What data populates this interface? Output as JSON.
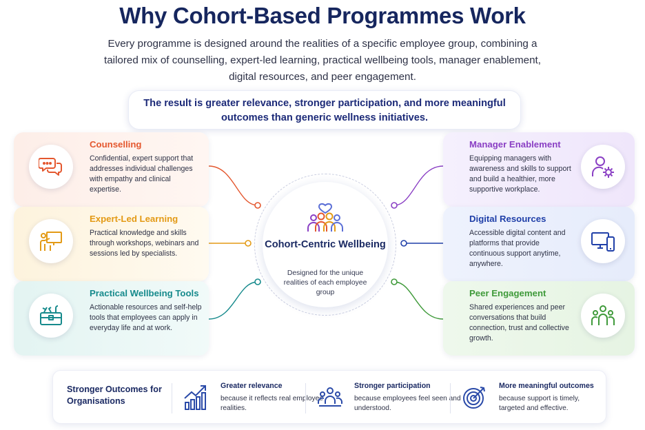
{
  "header": {
    "title": "Why Cohort-Based Programmes Work",
    "intro": "Every programme is designed around the realities of a specific employee group, combining a tailored mix of counselling, expert-led learning, practical wellbeing tools, manager enablement, digital resources, and peer engagement.",
    "result": "The result is greater relevance, stronger participation, and more meaningful outcomes than generic wellness initiatives."
  },
  "center": {
    "title": "Cohort-Centric Wellbeing",
    "subtitle": "Designed for the unique realities of each employee group"
  },
  "cards": {
    "counselling": {
      "title": "Counselling",
      "desc": "Confidential, expert support that addresses individual challenges with empathy and clinical expertise.",
      "color": "#e4572e",
      "icon": "chat-bubbles-icon"
    },
    "expert": {
      "title": "Expert-Led Learning",
      "desc": "Practical knowledge and skills through workshops, webinars and sessions led by specialists.",
      "color": "#e39a15",
      "icon": "presenter-board-icon"
    },
    "tools": {
      "title": "Practical Wellbeing Tools",
      "desc": "Actionable resources and self-help tools that employees can apply in everyday life and at work.",
      "color": "#168a8c",
      "icon": "toolbox-icon"
    },
    "manager": {
      "title": "Manager Enablement",
      "desc": "Equipping managers with awareness and skills to support and build a healthier, more supportive workplace.",
      "color": "#8a3fc4",
      "icon": "manager-gear-icon"
    },
    "digital": {
      "title": "Digital Resources",
      "desc": "Accessible digital content and platforms that provide continuous support anytime, anywhere.",
      "color": "#1f3fa8",
      "icon": "devices-icon"
    },
    "peer": {
      "title": "Peer Engagement",
      "desc": "Shared experiences and peer conversations that build connection, trust and collective growth.",
      "color": "#3f9a3a",
      "icon": "group-icon"
    }
  },
  "outcomes": {
    "title": "Stronger Outcomes for Organisations",
    "items": [
      {
        "title": "Greater relevance",
        "desc": "because it reflects real employee realities.",
        "icon": "growth-chart-icon"
      },
      {
        "title": "Stronger participation",
        "desc": "because employees feel seen and understood.",
        "icon": "people-icon"
      },
      {
        "title": "More meaningful outcomes",
        "desc": "because support is timely, targeted and effective.",
        "icon": "target-icon"
      }
    ]
  }
}
